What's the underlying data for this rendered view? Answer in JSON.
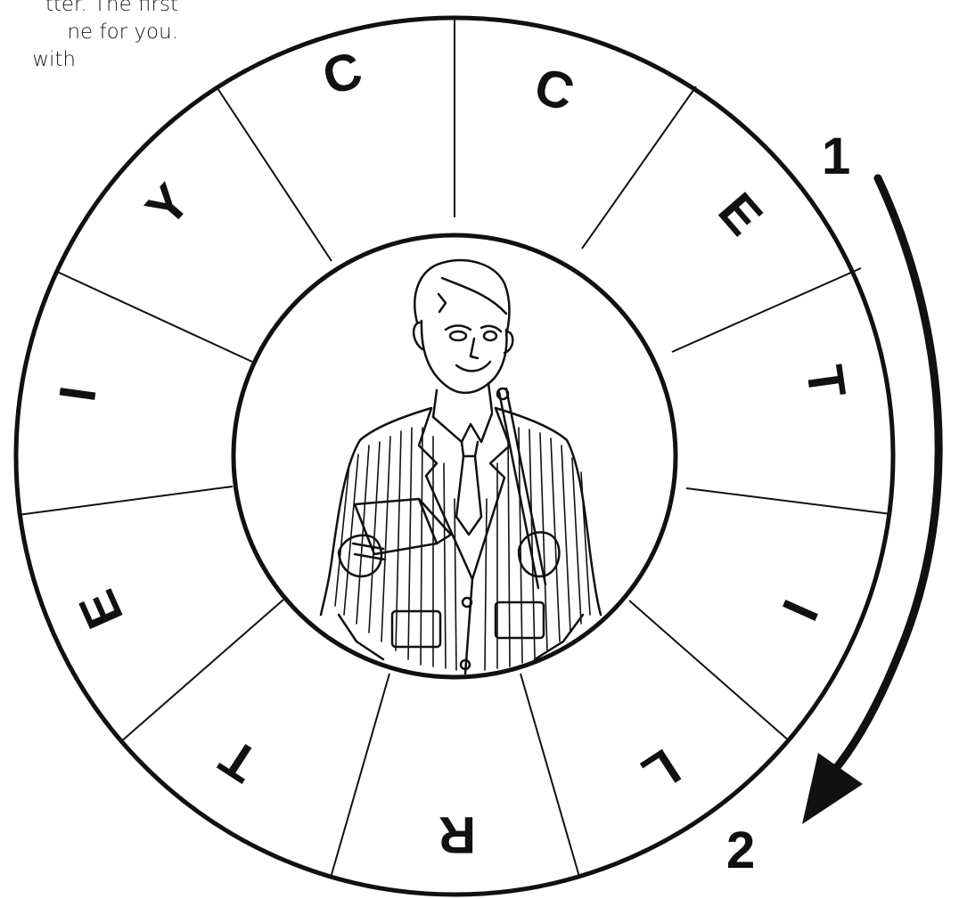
{
  "instructions": {
    "line1": "tter. The first",
    "line2": "ne for you.",
    "line3": "with"
  },
  "wheel": {
    "letters": [
      "C",
      "E",
      "T",
      "I",
      "L",
      "R",
      "T",
      "E",
      "I",
      "Y",
      "C"
    ],
    "image_description_icon": "man-in-pinstripe-suit-icon"
  },
  "direction": {
    "start_label": "1",
    "end_label": "2"
  }
}
